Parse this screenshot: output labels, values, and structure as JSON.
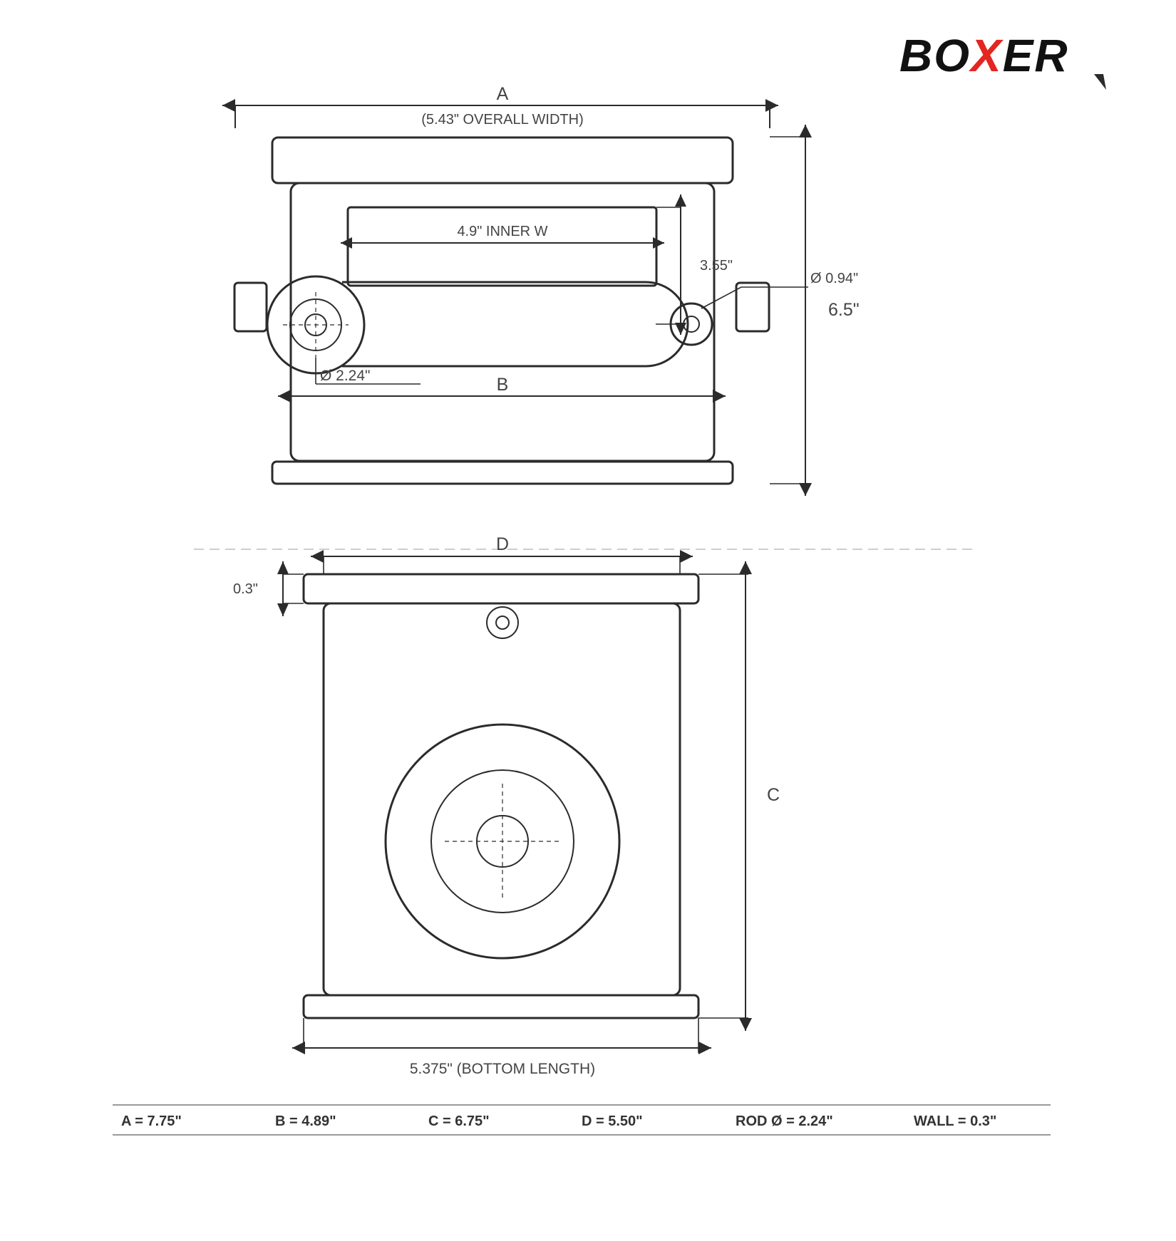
{
  "brand": {
    "logo_pre": "BO",
    "logo_x": "X",
    "logo_post": "ER",
    "accent": "#e3261f"
  },
  "top_view": {
    "a_label": "A",
    "overall_width": "(5.43\" OVERALL WIDTH)",
    "inner_width": "4.9\" INNER W",
    "slot_height": "3.55\"",
    "pin_diameter": "Ø 0.94\"",
    "height": "6.5\"",
    "rod_diameter": "Ø 2.24\"",
    "b_label": "B"
  },
  "side_view": {
    "d_label": "D",
    "wall": "0.3\"",
    "c_label": "C",
    "bottom_length": "5.375\" (BOTTOM LENGTH)"
  },
  "specs": [
    "A = 7.75\"",
    "B = 4.89\"",
    "C = 6.75\"",
    "D = 5.50\"",
    "ROD Ø = 2.24\"",
    "WALL = 0.3\""
  ]
}
